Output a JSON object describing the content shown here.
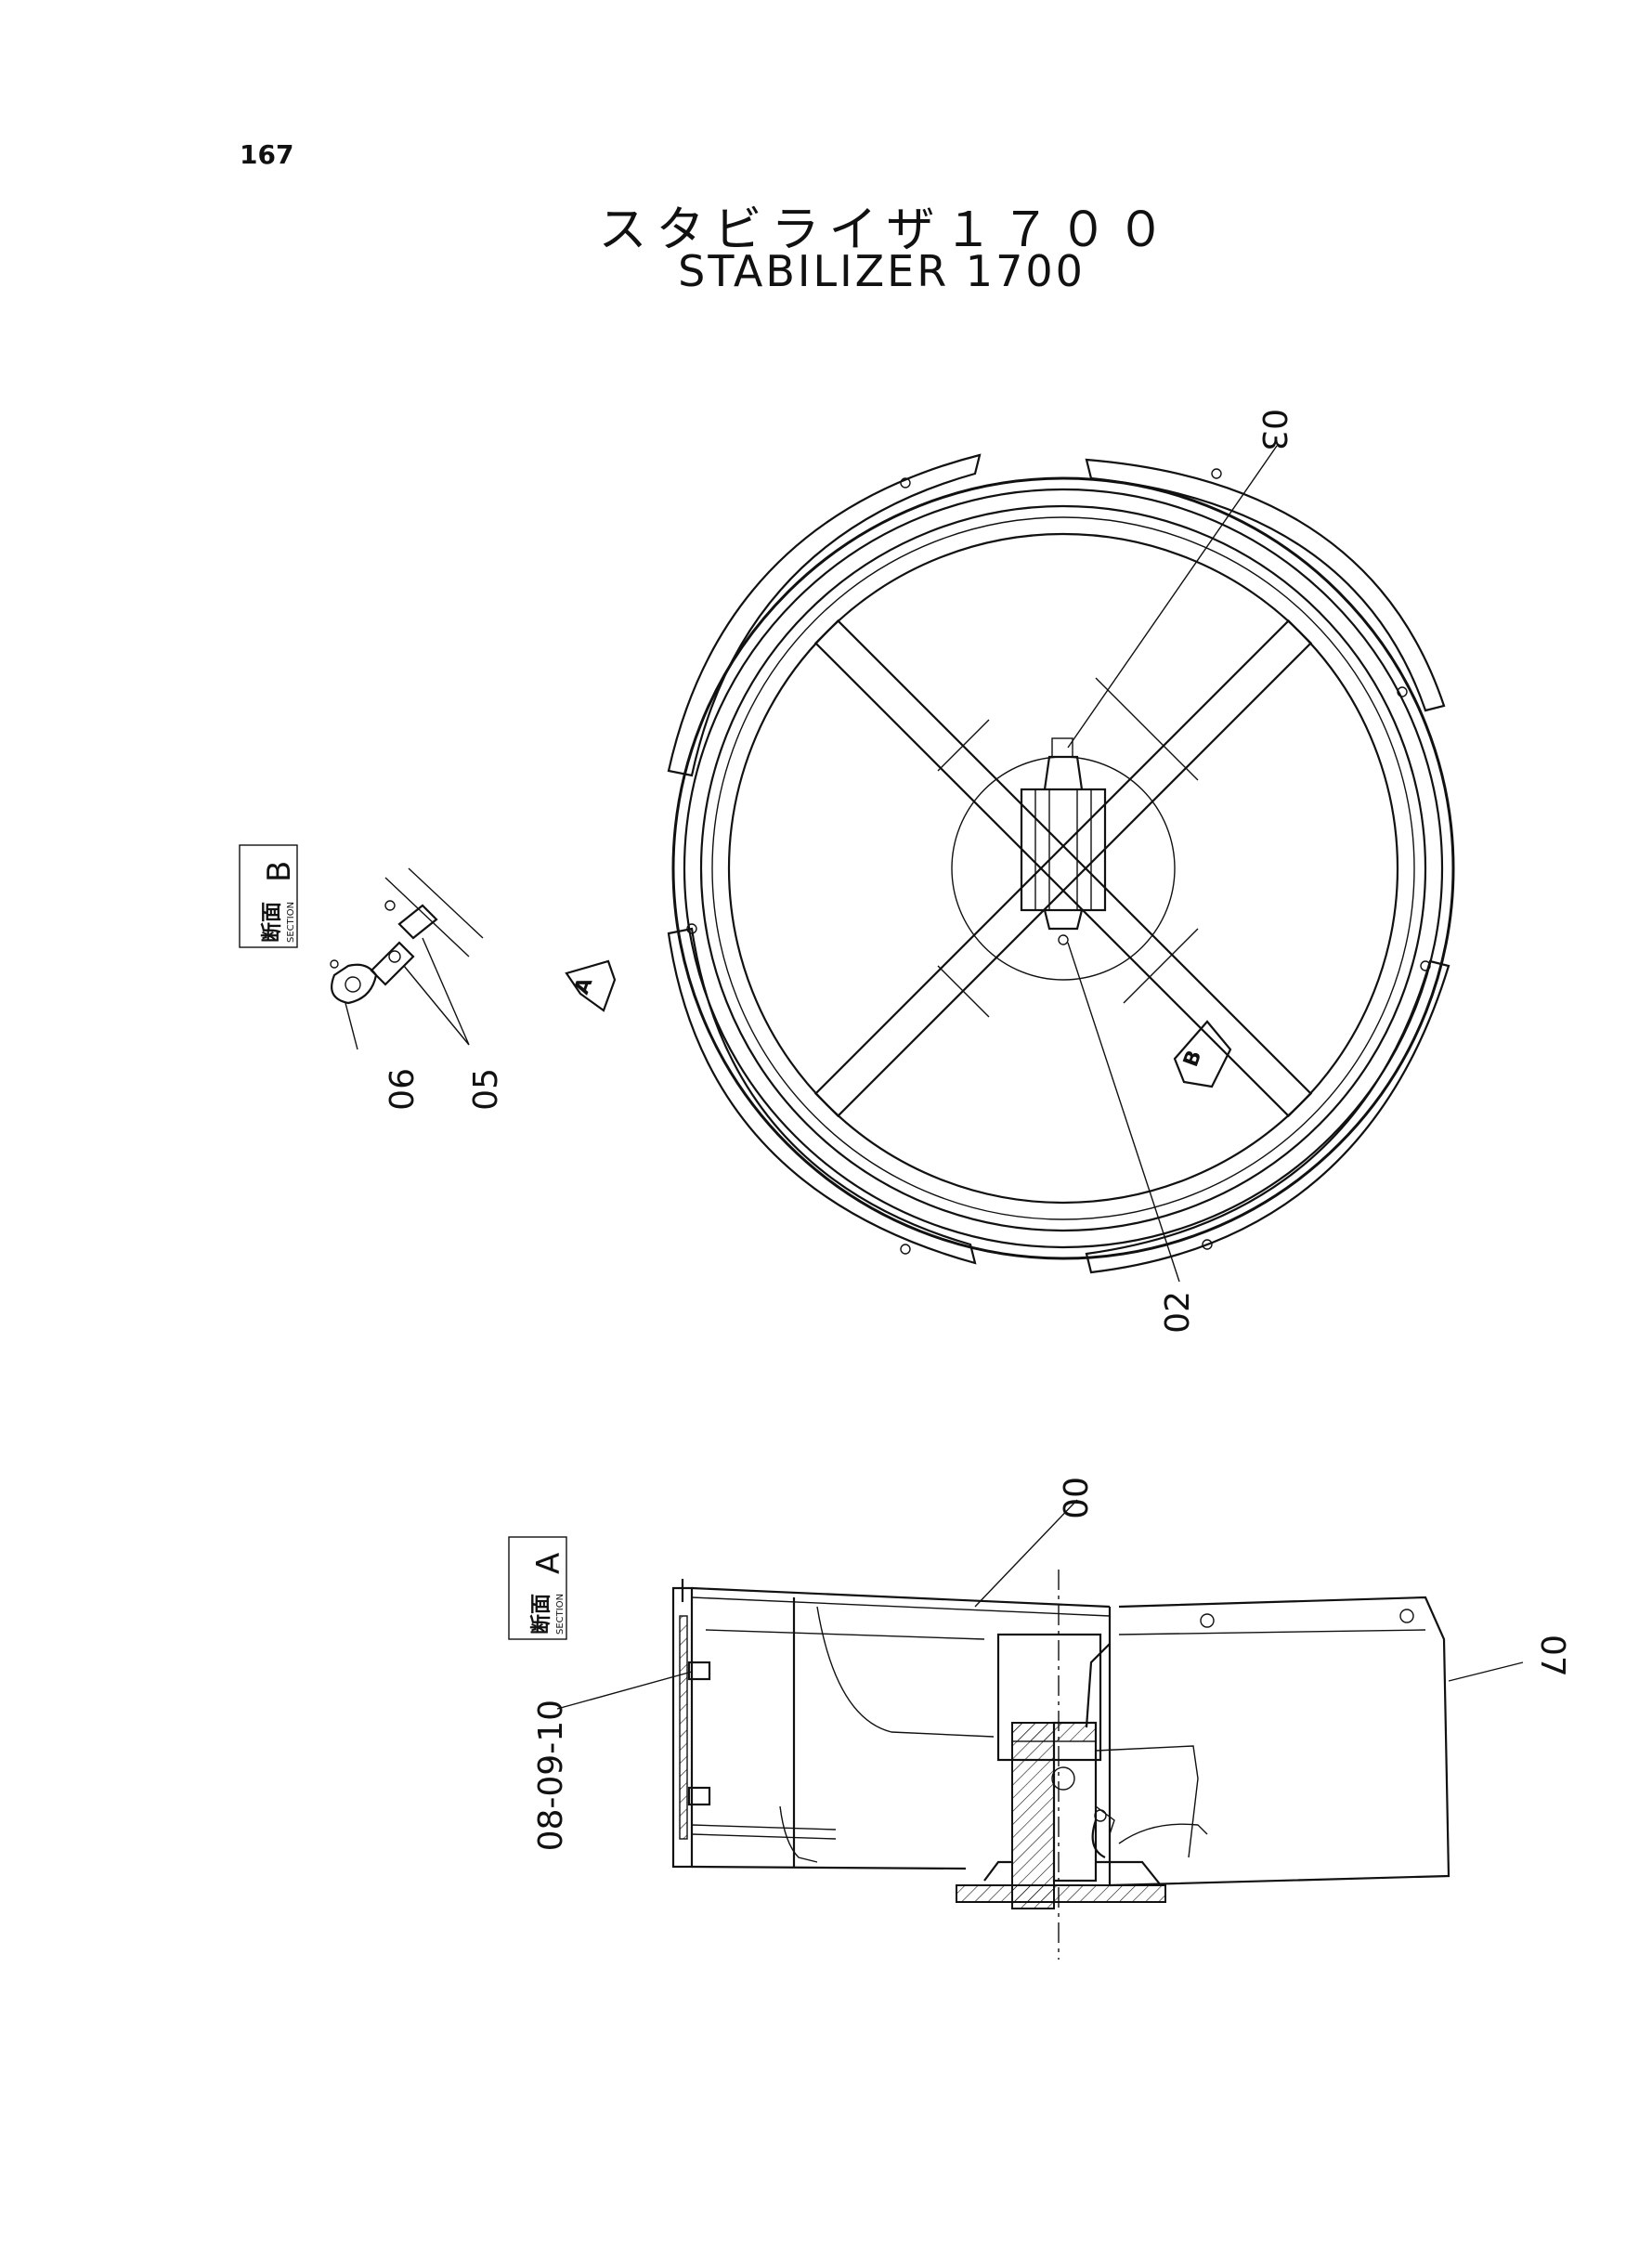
{
  "page": {
    "number": "167"
  },
  "title": {
    "japanese": "スタビライザ１７００",
    "english": "STABILIZER 1700"
  },
  "section_b": {
    "kanji": "断面",
    "sub": "SECTION",
    "letter": "B"
  },
  "section_a": {
    "kanji": "断面",
    "sub": "SECTION",
    "letter": "A"
  },
  "view_markers": {
    "a": "A",
    "b": "B"
  },
  "callouts": {
    "p03": "03",
    "p02": "02",
    "p06": "06",
    "p05": "05",
    "p00": "00",
    "p07": "07",
    "p08_09_10": "08-09-10"
  }
}
